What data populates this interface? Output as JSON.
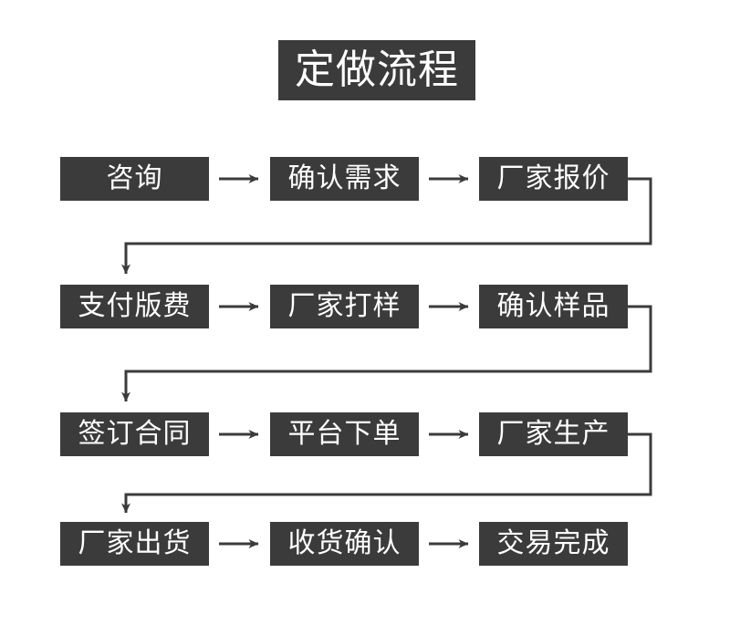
{
  "diagram": {
    "title": "定做流程",
    "background_color": "#ffffff",
    "box_color": "#3b3b3b",
    "text_color": "#ffffff",
    "connector_color": "#3b3b3b",
    "rows": [
      {
        "row_index": 0,
        "nodes": [
          "咨询",
          "确认需求",
          "厂家报价"
        ],
        "wraps_to_next_row": true
      },
      {
        "row_index": 1,
        "nodes": [
          "支付版费",
          "厂家打样",
          "确认样品"
        ],
        "wraps_to_next_row": true
      },
      {
        "row_index": 2,
        "nodes": [
          "签订合同",
          "平台下单",
          "厂家生产"
        ],
        "wraps_to_next_row": true
      },
      {
        "row_index": 3,
        "nodes": [
          "厂家出货",
          "收货确认",
          "交易完成"
        ],
        "wraps_to_next_row": false
      }
    ],
    "sequence": [
      "咨询",
      "确认需求",
      "厂家报价",
      "支付版费",
      "厂家打样",
      "确认样品",
      "签订合同",
      "平台下单",
      "厂家生产",
      "厂家出货",
      "收货确认",
      "交易完成"
    ],
    "arrow_glyph": "→"
  }
}
